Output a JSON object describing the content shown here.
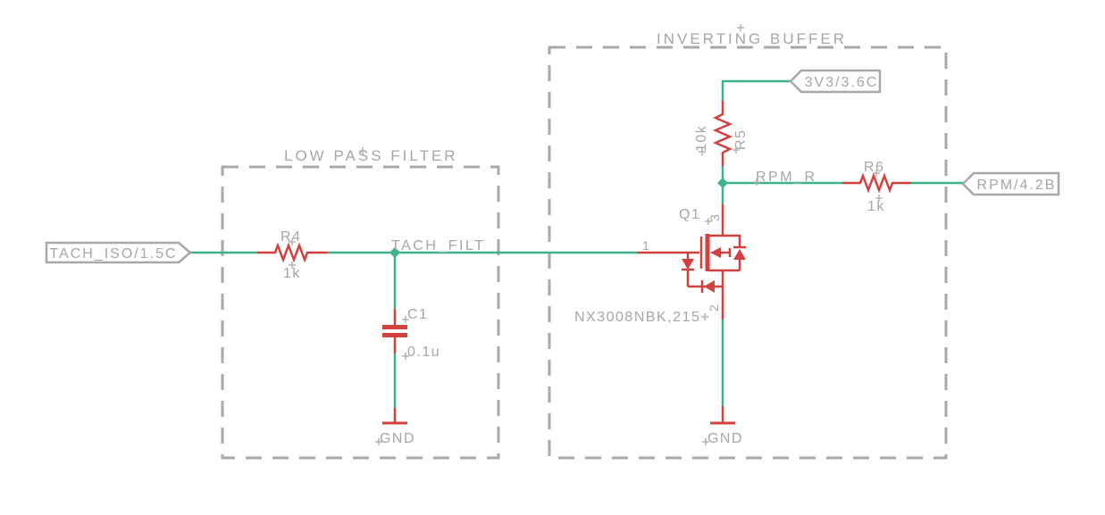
{
  "schematic": {
    "colors": {
      "wire": "#3cb389",
      "part": "#d2413d",
      "frame": "#a8a8a8",
      "text": "#a6a6a6",
      "bg": "#ffffff"
    },
    "blocks": {
      "low_pass_filter": {
        "title": "LOW PASS FILTER"
      },
      "inverting_buffer": {
        "title": "INVERTING BUFFER"
      }
    },
    "net_flags": {
      "input": "TACH_ISO/1.5C",
      "supply": "3V3/3.6C",
      "output": "RPM/4.2B"
    },
    "net_labels": {
      "tach_filt": "TACH_FILT",
      "rpm_r": "RPM_R"
    },
    "components": {
      "r4": {
        "ref": "R4",
        "value": "1k"
      },
      "r5": {
        "ref": "R5",
        "value": "10k"
      },
      "r6": {
        "ref": "R6",
        "value": "1k"
      },
      "c1": {
        "ref": "C1",
        "value": "0.1u"
      },
      "q1": {
        "ref": "Q1",
        "value": "NX3008NBK,215",
        "pin_gate": "1",
        "pin_source": "2",
        "pin_drain": "3"
      }
    },
    "ground_label": "GND"
  }
}
